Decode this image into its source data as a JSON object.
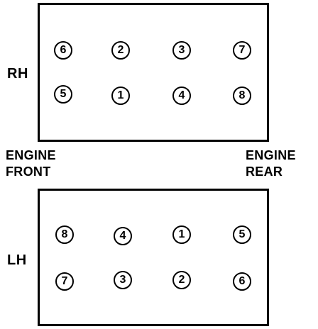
{
  "rh_bank": {
    "label": "RH",
    "top_row": [
      "6",
      "2",
      "3",
      "7"
    ],
    "bottom_row": [
      "5",
      "1",
      "4",
      "8"
    ]
  },
  "lh_bank": {
    "label": "LH",
    "top_row": [
      "8",
      "4",
      "1",
      "5"
    ],
    "bottom_row": [
      "7",
      "3",
      "2",
      "6"
    ]
  },
  "engine_front": {
    "line1": "ENGINE",
    "line2": "FRONT"
  },
  "engine_rear": {
    "line1": "ENGINE",
    "line2": "REAR"
  }
}
